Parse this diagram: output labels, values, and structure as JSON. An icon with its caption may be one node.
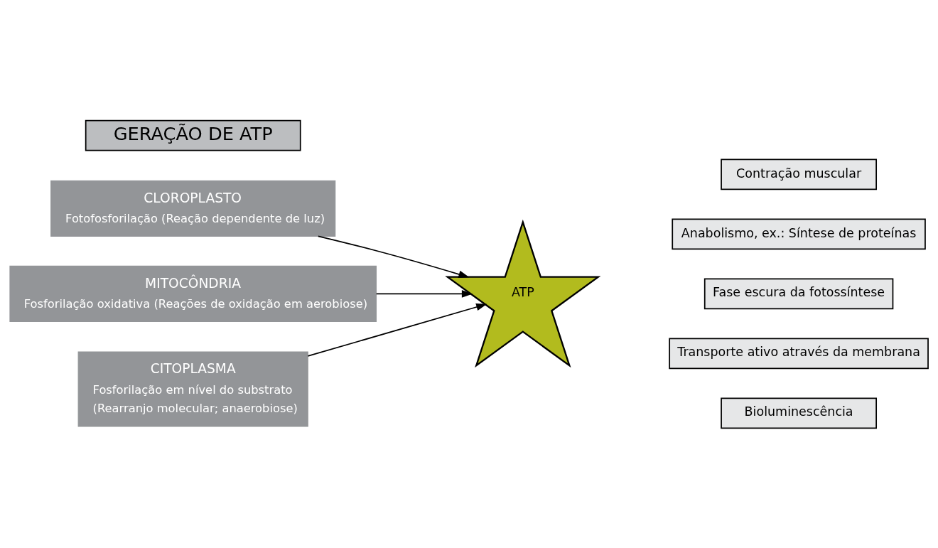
{
  "diagram": {
    "nodes": [
      {
        "text": [
          "GERAÇÃO DE ATP"
        ]
      },
      {
        "text": [
          "CLOROPLASTO",
          "Fotofosforilação (Reação dependente de luz)"
        ]
      },
      {
        "text": [
          "MITOCÔNDRIA",
          "Fosforilação oxidativa (Reações de oxidação em aerobiose)"
        ]
      },
      {
        "text": [
          "CITOPLASMA",
          "Fosforilação em nível do substrato",
          "(Rearranjo molecular; anaerobiose)"
        ]
      },
      {
        "text": [
          "ATP"
        ]
      },
      {
        "text": [
          "Contração muscular"
        ]
      },
      {
        "text": [
          "Anabolismo, ex.: Síntese de proteínas"
        ]
      },
      {
        "text": [
          "Fase escura da fotossíntese"
        ]
      },
      {
        "text": [
          "Transporte ativo através da membrana"
        ]
      },
      {
        "text": [
          "Bioluminescência"
        ]
      }
    ],
    "edges": [
      {
        "from": 1,
        "to": 4,
        "arrow": "to"
      },
      {
        "from": 2,
        "to": 4,
        "arrow": "to"
      },
      {
        "from": 3,
        "to": 4,
        "arrow": "to"
      }
    ]
  }
}
